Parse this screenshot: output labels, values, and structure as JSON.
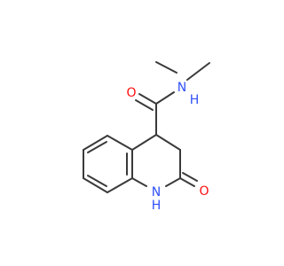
{
  "molecule": {
    "atoms": {
      "o_amide": {
        "element": "O",
        "label": "O",
        "color": "#ff0d0d"
      },
      "n_amide": {
        "element": "N",
        "label": "N",
        "color": "#3050f8"
      },
      "h_amide": {
        "element": "H",
        "label": "H",
        "color": "#3050f8"
      },
      "n_ring": {
        "element": "N",
        "label": "N",
        "color": "#3050f8"
      },
      "h_ring": {
        "element": "H",
        "label": "H",
        "color": "#3050f8"
      },
      "o_lactam": {
        "element": "O",
        "label": "O",
        "color": "#ff0d0d"
      }
    }
  }
}
